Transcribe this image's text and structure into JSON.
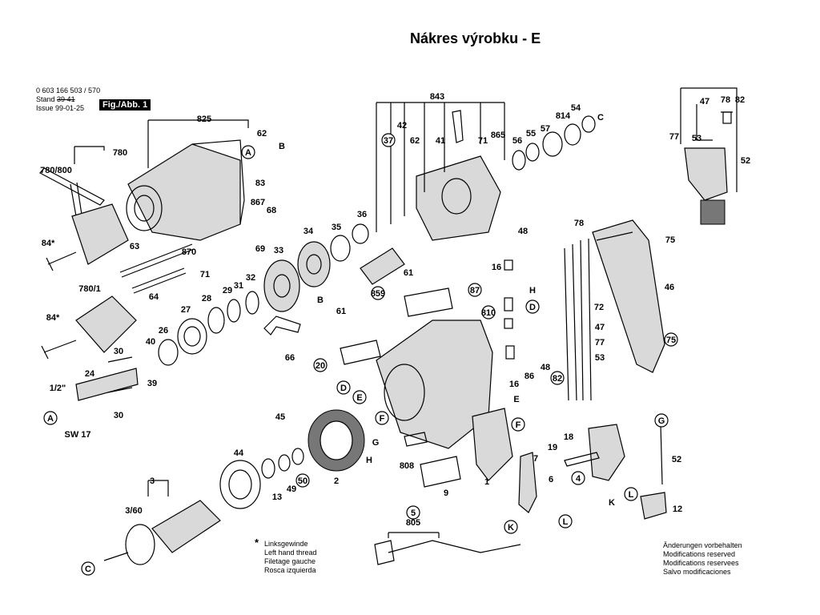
{
  "title": "Nákres výrobku - E",
  "header": {
    "part_number": "0 603 166 503 / 570",
    "stand_label": "Stand",
    "stand_value": "39 41",
    "issue_label": "Issue",
    "issue_value": "99-01-25",
    "figure_label": "Fig./Abb. 1"
  },
  "left_thread_note": {
    "asterisk": "*",
    "lines": [
      "Linksgewinde",
      "Left hand thread",
      "Filetage gauche",
      "Rosca izquierda"
    ]
  },
  "modifications_note": {
    "lines": [
      "Änderungen vorbehalten",
      "Modifications reserved",
      "Modifications reservees",
      "Salvo modificaciones"
    ]
  },
  "part_labels": [
    "825",
    "62",
    "A",
    "B",
    "83",
    "867",
    "68",
    "780",
    "780/800",
    "84*",
    "63",
    "870",
    "69",
    "71",
    "64",
    "780/1",
    "84*",
    "30",
    "24",
    "1/2\"",
    "A",
    "SW 17",
    "30",
    "39",
    "40",
    "26",
    "27",
    "28",
    "29",
    "31",
    "32",
    "33",
    "34",
    "35",
    "36",
    "37",
    "42",
    "62",
    "41",
    "71",
    "865",
    "56",
    "55",
    "57",
    "814",
    "54",
    "C",
    "843",
    "61",
    "859",
    "B",
    "61",
    "66",
    "87",
    "810",
    "H",
    "D",
    "E",
    "16",
    "48",
    "78",
    "75",
    "46",
    "72",
    "47",
    "77",
    "53",
    "86",
    "48",
    "16",
    "82",
    "75",
    "20",
    "D",
    "E",
    "F",
    "G",
    "H",
    "45",
    "44",
    "13",
    "49",
    "50",
    "2",
    "808",
    "9",
    "1",
    "6",
    "F",
    "7",
    "19",
    "18",
    "4",
    "K",
    "L",
    "5",
    "805",
    "K",
    "L",
    "G",
    "52",
    "12",
    "3",
    "3/60",
    "C",
    "47",
    "78",
    "82",
    "77",
    "53",
    "52"
  ],
  "colors": {
    "line": "#000000",
    "fill": "#d9d9d9"
  }
}
